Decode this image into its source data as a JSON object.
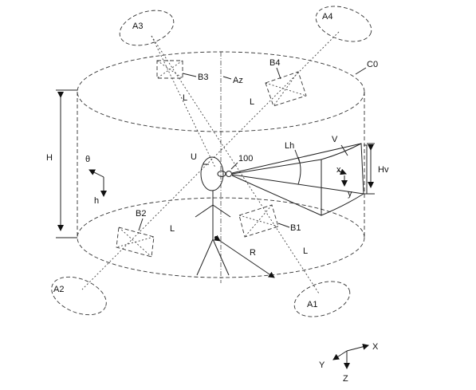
{
  "labels": {
    "a1": "A1",
    "a2": "A2",
    "a3": "A3",
    "a4": "A4",
    "b1": "B1",
    "b2": "B2",
    "b3": "B3",
    "b4": "B4",
    "c0": "C0",
    "az": "Az",
    "u": "U",
    "n100": "100",
    "lh": "Lh",
    "v": "V",
    "hv": "Hv",
    "x_small": "x",
    "y_small": "y",
    "h_big": "H",
    "theta": "θ",
    "h_small": "h",
    "r": "R",
    "l_b3": "L",
    "l_b4": "L",
    "l_b2": "L",
    "l_b1": "L",
    "axis_x": "X",
    "axis_y": "Y",
    "axis_z": "Z"
  }
}
